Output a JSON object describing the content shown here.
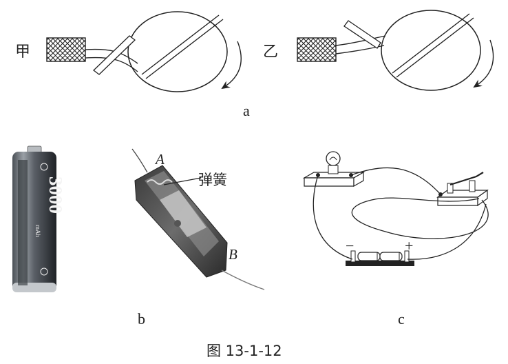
{
  "panel_a": {
    "label_jia": "甲",
    "label_yi": "乙",
    "caption": "a"
  },
  "panel_b": {
    "battery_capacity": "3000",
    "battery_unit": "mAh",
    "point_a": "A",
    "point_b": "B",
    "spring_label": "弹簧",
    "caption": "b"
  },
  "panel_c": {
    "minus_sign": "−",
    "plus_sign": "+",
    "caption": "c"
  },
  "figure_caption": "图 13-1-12"
}
